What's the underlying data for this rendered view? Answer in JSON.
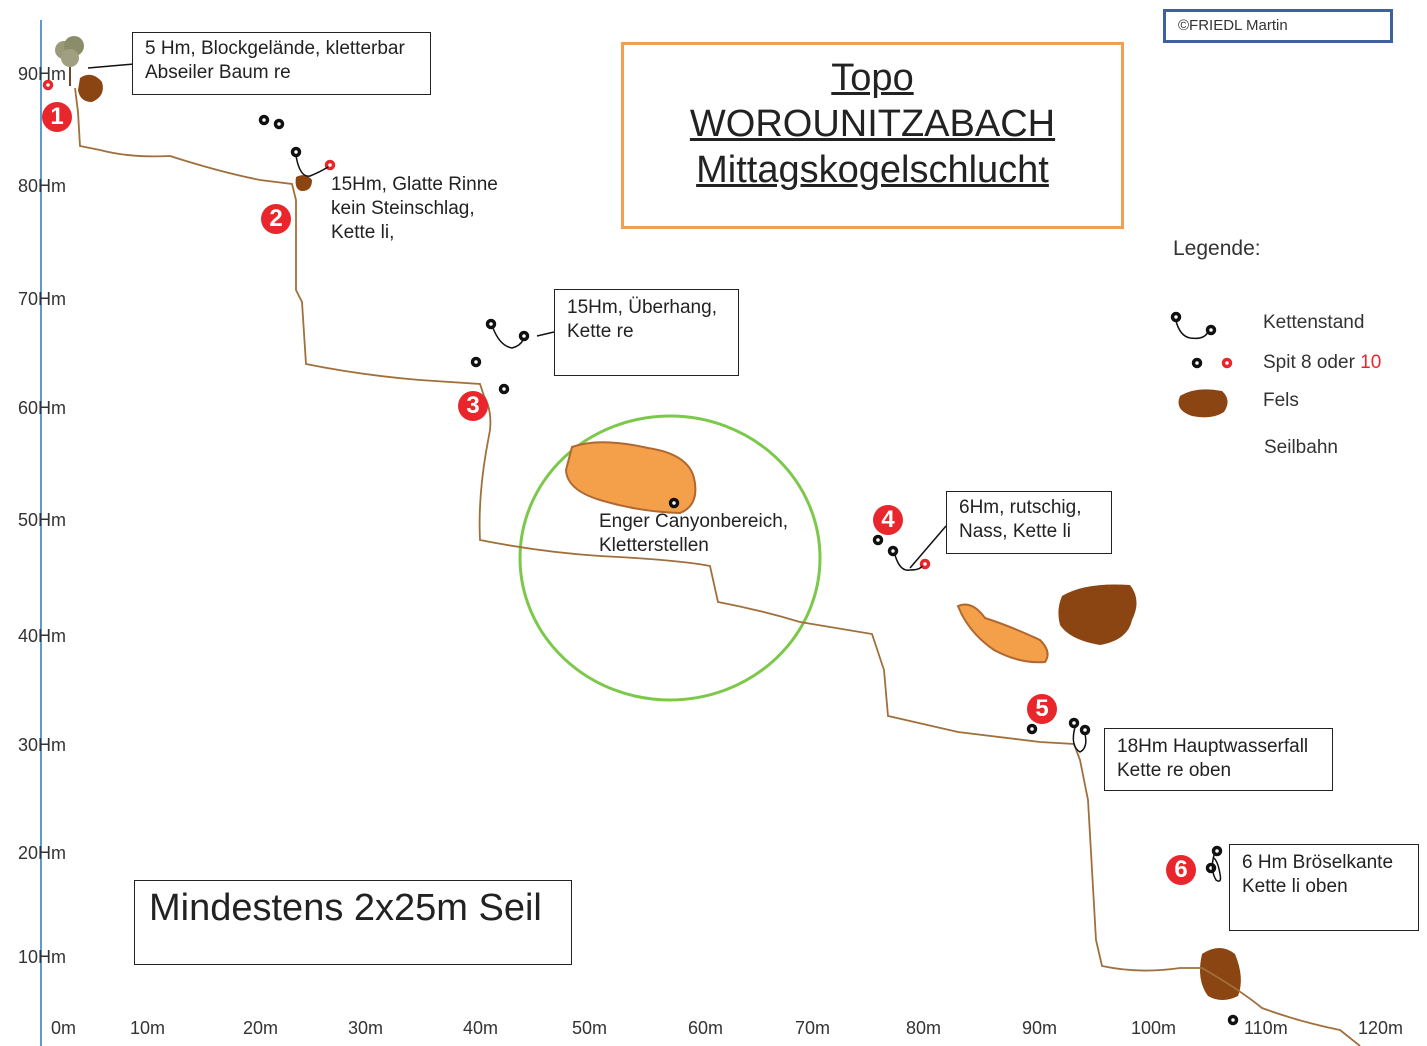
{
  "copyright": "©FRIEDL Martin",
  "title": {
    "line1": "Topo",
    "line2": "WOROUNITZABACH",
    "line3": "Mittagskogelschlucht"
  },
  "y_axis_labels": [
    "90Hm",
    "80Hm",
    "70Hm",
    "60Hm",
    "50Hm",
    "40Hm",
    "30Hm",
    "20Hm",
    "10Hm"
  ],
  "x_axis_labels": [
    "0m",
    "10m",
    "20m",
    "30m",
    "40m",
    "50m",
    "60m",
    "70m",
    "80m",
    "90m",
    "100m",
    "110m",
    "120m"
  ],
  "stations": [
    {
      "number": "1",
      "line1": "5 Hm, Blockgelände, kletterbar",
      "line2": "Abseiler Baum re",
      "line3": ""
    },
    {
      "number": "2",
      "line1": "15Hm, Glatte Rinne",
      "line2": "kein Steinschlag,",
      "line3": "Kette li,"
    },
    {
      "number": "3",
      "line1": "15Hm, Überhang,",
      "line2": "Kette re",
      "line3": ""
    },
    {
      "number": "4",
      "line1": "6Hm, rutschig,",
      "line2": "Nass, Kette li",
      "line3": ""
    },
    {
      "number": "5",
      "line1": "18Hm Hauptwasserfall",
      "line2": "Kette re oben",
      "line3": ""
    },
    {
      "number": "6",
      "line1": "6 Hm Bröselkante",
      "line2": "Kette li oben",
      "line3": ""
    }
  ],
  "canyon_note": {
    "line1": "Enger Canyonbereich,",
    "line2": "Kletterstellen"
  },
  "legend": {
    "title": "Legende:",
    "chain_station": "Kettenstand",
    "spit_prefix": "Spit 8 oder ",
    "spit_red": "10",
    "rock": "Fels",
    "cable": "Seilbahn"
  },
  "rope_note": "Mindestens 2x25m Seil",
  "colors": {
    "profile_line": "#a0703c",
    "rock_dark": "#8b4513",
    "rock_light": "#f4a04a",
    "marker_red": "#e8262b",
    "canyon_circle": "#7cc84a",
    "title_border": "#f0a050",
    "axis": "#5b9bd5"
  }
}
